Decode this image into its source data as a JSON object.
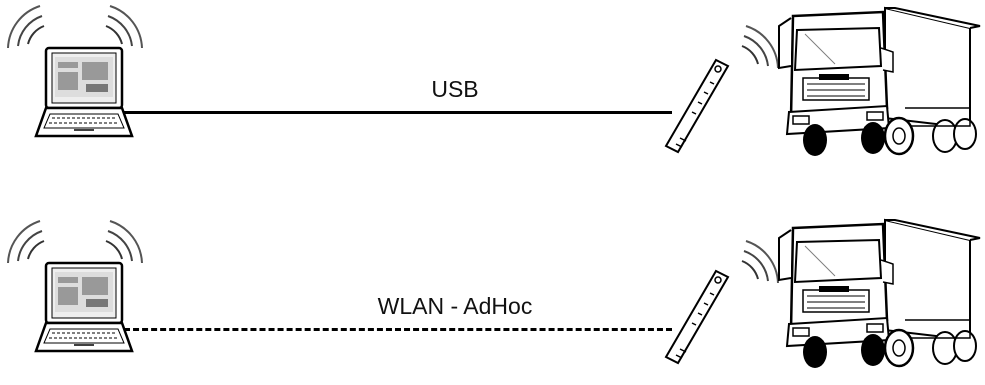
{
  "connections": [
    {
      "label": "USB",
      "style": "solid"
    },
    {
      "label": "WLAN - AdHoc",
      "style": "dashed"
    }
  ],
  "icons": {
    "laptop": "laptop-icon",
    "interface": "vci-interface-icon",
    "truck": "truck-icon",
    "wireless": "wireless-signal-icon"
  },
  "colors": {
    "stroke": "#000000",
    "background": "#ffffff"
  }
}
